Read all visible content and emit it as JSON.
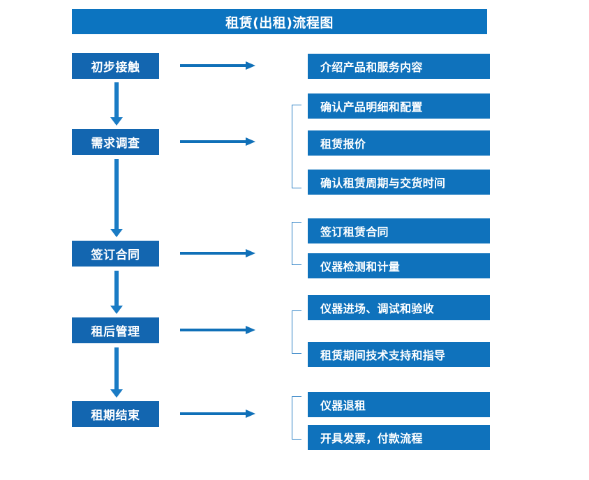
{
  "title": "租赁(出租)流程图",
  "colors": {
    "title_bar": "#0C74C0",
    "stage_box": "#1366B0",
    "detail_box": "#0F72BC",
    "arrow": "#1070B8",
    "vertical_arrow": "#1A7BC4",
    "bracket": "#2B7FC4",
    "text": "#FFFFFF",
    "background": "#FFFFFF"
  },
  "stages": [
    {
      "label": "初步接触"
    },
    {
      "label": "需求调查"
    },
    {
      "label": "签订合同"
    },
    {
      "label": "租后管理"
    },
    {
      "label": "租期结束"
    }
  ],
  "details": [
    {
      "label": "介绍产品和服务内容"
    },
    {
      "label": "确认产品明细和配置"
    },
    {
      "label": "租赁报价"
    },
    {
      "label": "确认租赁周期与交货时间"
    },
    {
      "label": "签订租赁合同"
    },
    {
      "label": "仪器检测和计量"
    },
    {
      "label": "仪器进场、调试和验收"
    },
    {
      "label": "租赁期间技术支持和指导"
    },
    {
      "label": "仪器退租"
    },
    {
      "label": "开具发票，付款流程"
    }
  ],
  "groups": [
    {
      "stage": "初步接触",
      "detail_labels": [
        "介绍产品和服务内容"
      ],
      "has_bracket": false
    },
    {
      "stage": "需求调查",
      "detail_labels": [
        "确认产品明细和配置",
        "租赁报价",
        "确认租赁周期与交货时间"
      ],
      "has_bracket": true
    },
    {
      "stage": "签订合同",
      "detail_labels": [
        "签订租赁合同",
        "仪器检测和计量"
      ],
      "has_bracket": true
    },
    {
      "stage": "租后管理",
      "detail_labels": [
        "仪器进场、调试和验收",
        "租赁期间技术支持和指导"
      ],
      "has_bracket": true
    },
    {
      "stage": "租期结束",
      "detail_labels": [
        "仪器退租",
        "开具发票，付款流程"
      ],
      "has_bracket": true
    }
  ],
  "connectors": {
    "horizontal_arrow_count": 5,
    "vertical_arrow_count": 4,
    "bracket_count": 4
  }
}
